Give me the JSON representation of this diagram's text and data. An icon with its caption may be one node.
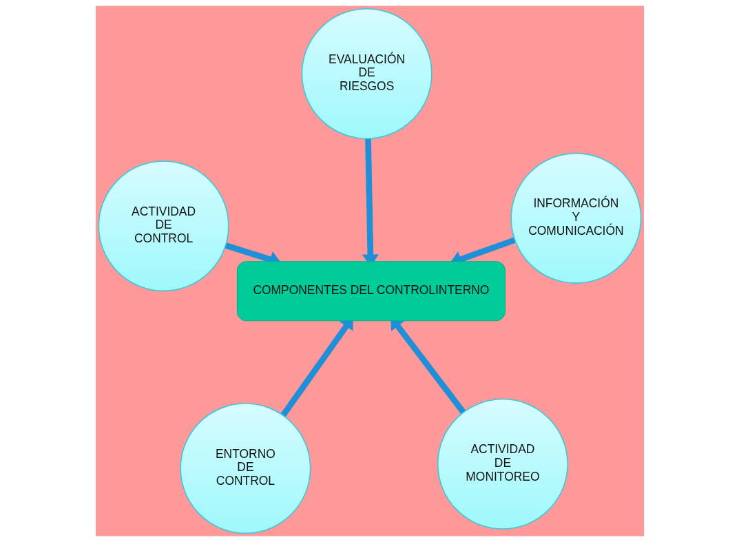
{
  "diagram": {
    "nodes": [
      {
        "text": [
          "ENTORNO DE CONTROL"
        ]
      },
      {
        "text": [
          "ACTIVIDAD DE MONITOREO"
        ]
      },
      {
        "text": [
          "COMPONENTES DEL CONTROLINTERNO"
        ]
      },
      {
        "text": [
          "EVALUACIÓN DE RIESGOS"
        ]
      },
      {
        "text": [
          "INFORMACIÓN Y COMUNICACIÓN"
        ]
      },
      {
        "text": [
          "ACTIVIDAD DE CONTROL"
        ]
      }
    ],
    "edges": [
      {
        "from": 0,
        "to": 2,
        "arrow": "to"
      },
      {
        "from": 1,
        "to": 2,
        "arrow": "to"
      },
      {
        "from": 3,
        "to": 2,
        "arrow": "to"
      },
      {
        "from": 4,
        "to": 2,
        "arrow": "to"
      },
      {
        "from": 5,
        "to": 2,
        "arrow": "to"
      }
    ]
  }
}
